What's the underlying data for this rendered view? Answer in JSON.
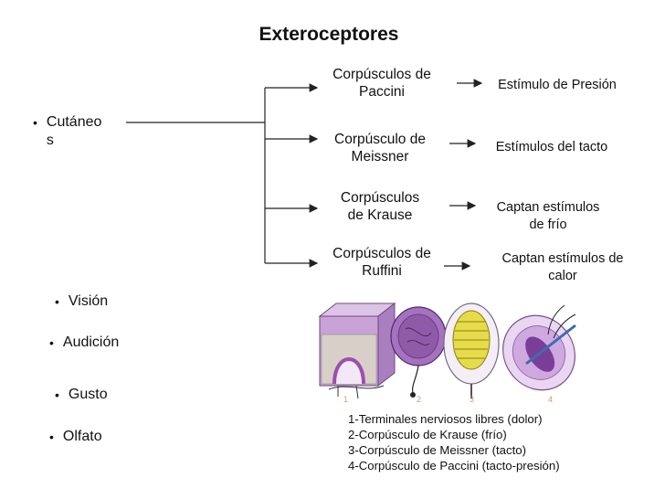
{
  "title": "Exteroceptores",
  "cutaneous": {
    "bullet": "•",
    "line1": "Cutáneo",
    "line2": "s"
  },
  "structures": [
    {
      "name_line1": "Corpúsculos de",
      "name_line2": "Paccini",
      "desc_line1": "Estímulo de Presión",
      "desc_line2": ""
    },
    {
      "name_line1": "Corpúsculo de",
      "name_line2": "Meissner",
      "desc_line1": "Estímulos del tacto",
      "desc_line2": ""
    },
    {
      "name_line1": "Corpúsculos",
      "name_line2": "de Krause",
      "desc_line1": "Captan estímulos",
      "desc_line2": "de frío"
    },
    {
      "name_line1": "Corpúsculos de",
      "name_line2": "Ruffini",
      "desc_line1": "Captan estímulos de",
      "desc_line2": "calor"
    }
  ],
  "senses": [
    {
      "bullet": "•",
      "label": "Visión"
    },
    {
      "bullet": "•",
      "label": "Audición"
    },
    {
      "bullet": "•",
      "label": "Gusto"
    },
    {
      "bullet": "•",
      "label": "Olfato"
    }
  ],
  "figure": {
    "numbers": [
      "1",
      "2",
      "3",
      "4"
    ]
  },
  "caption": [
    "1-Terminales nerviosos libres (dolor)",
    "2-Corpúsculo de Krause (frío)",
    "3-Corpúsculo de Meissner (tacto)",
    "4-Corpúsculo de Paccini (tacto-presión)"
  ],
  "colors": {
    "skin_purple": "#b98ecf",
    "hair_cell": "#9b4fb0",
    "yellow": "#e6dc4a",
    "number_orange": "#d99b5a"
  }
}
